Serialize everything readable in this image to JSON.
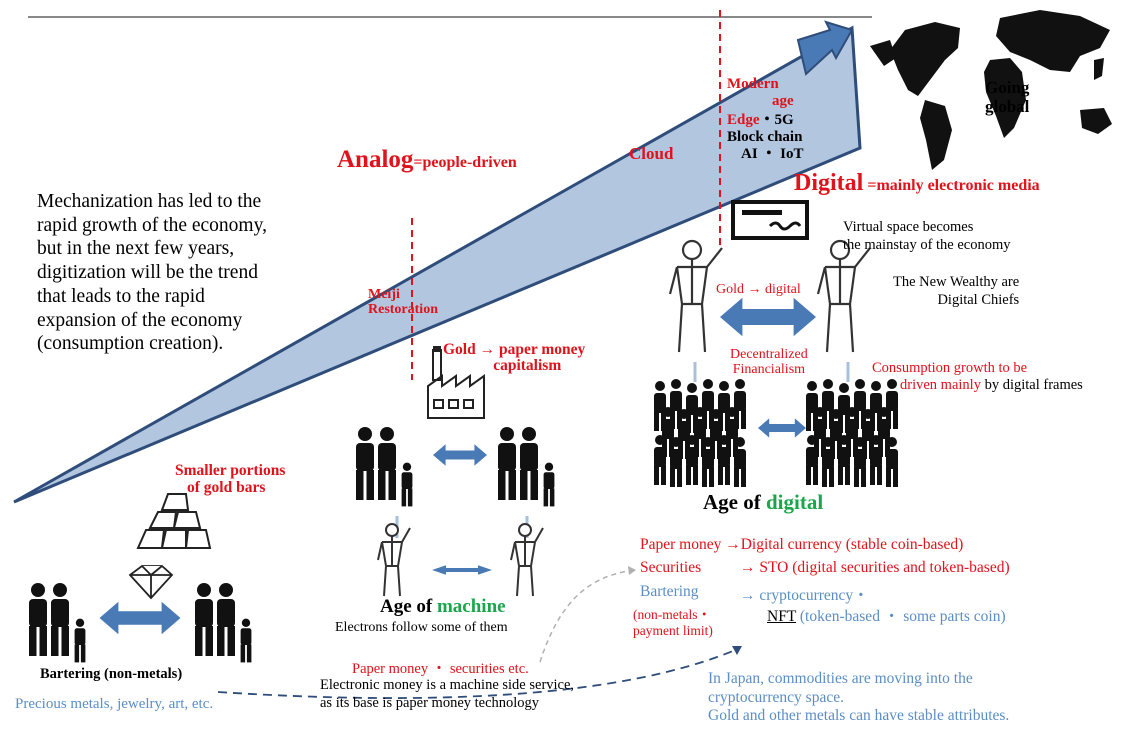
{
  "colors": {
    "red": "#e0121b",
    "blue": "#5b8ec5",
    "green": "#1aa64a",
    "wedge": "#b3c6e0",
    "wedge_edge": "#2f4d7a",
    "arrow": "#4a7ab6"
  },
  "intro": {
    "lines": [
      "Mechanization has led to the",
      "rapid growth of the economy,",
      "but in the next few years,",
      "digitization will be the trend",
      "that leads to the rapid",
      "expansion of the economy",
      "(consumption creation)."
    ]
  },
  "wedge": {
    "analog_word": "Analog",
    "analog_rest": "=people-driven",
    "cloud": "Cloud",
    "meiji_line1": "Meiji",
    "meiji_line2": "Restoration",
    "modern_line1": "Modern",
    "modern_line2": "age",
    "edge_word": "Edge",
    "edge_rest": "・5G",
    "blockchain": "Block chain",
    "ai_iot": "AI ・ IoT"
  },
  "global": {
    "line1": "Going",
    "line2": "global"
  },
  "digital_header": {
    "word": "Digital",
    "rest": " =mainly electronic media"
  },
  "virtual": {
    "line1": "Virtual space becomes",
    "line2": "the mainstay of the economy"
  },
  "wealthy": {
    "line1": "The New Wealthy are",
    "line2": "Digital Chiefs"
  },
  "gold_digital": "Gold → digital",
  "decentralized": {
    "line1": "Decentralized",
    "line2": "Financialism"
  },
  "consumption": {
    "red1": "Consumption growth to be",
    "red2": "driven mainly",
    "black2": " by digital frames"
  },
  "age_digital": {
    "prefix": "Age of ",
    "word": "digital"
  },
  "gold_paper": {
    "line1": "Gold → paper money",
    "line2": "capitalism"
  },
  "gold_bars": {
    "line1": "Smaller portions",
    "line2": "of gold bars"
  },
  "age_machine": {
    "prefix": "Age of ",
    "word": "machine"
  },
  "electrons": "Electrons follow some of them",
  "bartering_label": "Bartering (non-metals)",
  "precious": "Precious metals, jewelry, art, etc.",
  "paper_sec": "Paper money ・ securities  etc.",
  "electronic": {
    "line1": "Electronic money is a machine side service,",
    "line2": "as its base is paper money technology"
  },
  "mapping": {
    "row1_left": "Paper money",
    "row1_right": "→Digital  currency (stable coin-based)",
    "row2_left": "Securities",
    "row2_right": "→ STO (digital  securities and token-based)",
    "row3_left": "Bartering",
    "row3_right": "→ cryptocurrency・",
    "row4_left1": "(non-metals・",
    "row4_left2": "payment limit)",
    "nft_word": "NFT",
    "nft_rest": " (token-based ・ some parts coin)"
  },
  "japan": {
    "line1": "In Japan, commodities are moving into the",
    "line2": "cryptocurrency space.",
    "line3": "Gold and other metals can have stable attributes."
  }
}
